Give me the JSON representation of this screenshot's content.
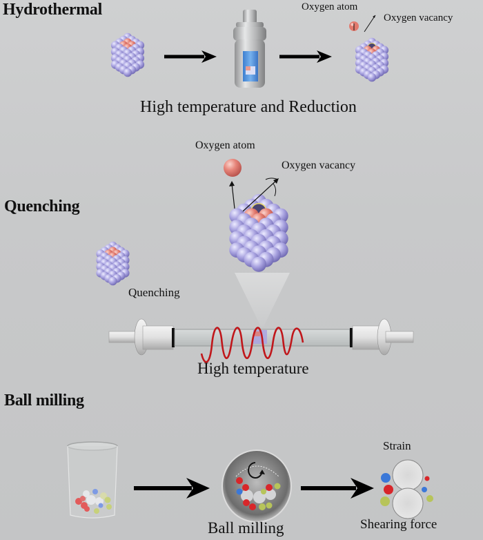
{
  "figure": {
    "sections": [
      {
        "id": "hydrothermal",
        "title": "Hydrothermal",
        "process_label": "High temperature and Reduction",
        "annotations": {
          "oxygen_atom": "Oxygen atom",
          "oxygen_vacancy": "Oxygen vacancy"
        }
      },
      {
        "id": "quenching",
        "title": "Quenching",
        "step_label": "Quenching",
        "process_label": "High temperature",
        "annotations": {
          "oxygen_atom": "Oxygen atom",
          "oxygen_vacancy": "Oxygen vacancy"
        }
      },
      {
        "id": "ball-milling",
        "title": "Ball milling",
        "process_label": "Ball milling",
        "annotations": {
          "strain": "Strain",
          "shearing_force": "Shearing force"
        }
      }
    ],
    "colors": {
      "background": "#c9cacb",
      "lattice_atom": "#a9a3e0",
      "oxygen_atom": "#e27a6e",
      "heater_coil": "#c0171b",
      "vacancy_ring": "#e8d870",
      "ball_red": "#d8262a",
      "ball_blue": "#3b78d8",
      "ball_green": "#b7c45a",
      "arrow": "#000000"
    }
  }
}
